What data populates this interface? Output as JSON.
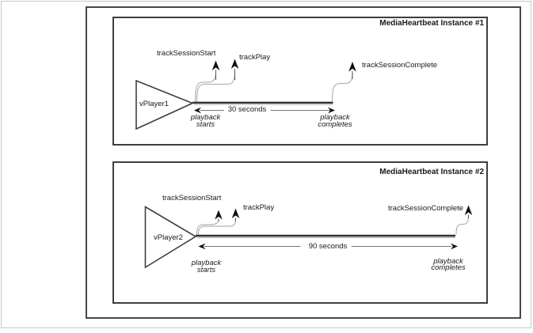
{
  "window": {
    "background": "#ffffff",
    "frame_border_color": "#c8c8c8"
  },
  "colors": {
    "box_border": "#3e3e3e",
    "outer_border": "#474747",
    "timeline": "#333333",
    "curve": "#b3b3b3",
    "measure_line": "#777777",
    "arrowhead": "#111111",
    "text": "#1a1a1a"
  },
  "panels": [
    {
      "title": "MediaHeartbeat Instance #1",
      "player": "vPlayer1",
      "events": {
        "session_start": "trackSessionStart",
        "play": "trackPlay",
        "session_complete": "trackSessionComplete"
      },
      "duration": "30 seconds",
      "playback_starts": [
        "playback",
        "starts"
      ],
      "playback_completes": [
        "playback",
        "completes"
      ]
    },
    {
      "title": "MediaHeartbeat Instance #2",
      "player": "vPlayer2",
      "events": {
        "session_start": "trackSessionStart",
        "play": "trackPlay",
        "session_complete": "trackSessionComplete"
      },
      "duration": "90 seconds",
      "playback_starts": [
        "playback",
        "starts"
      ],
      "playback_completes": [
        "playback",
        "completes"
      ]
    }
  ]
}
